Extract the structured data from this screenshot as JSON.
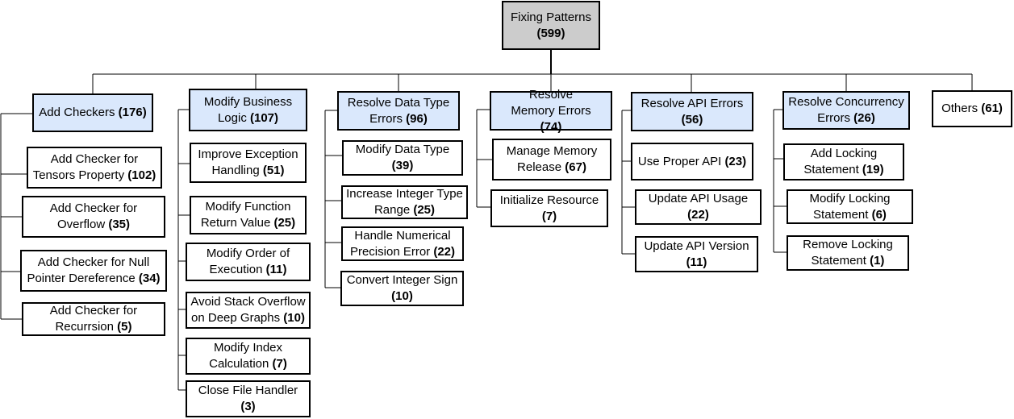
{
  "diagram": {
    "root": {
      "label": "Fixing Patterns",
      "count": "(599)"
    },
    "categories": [
      {
        "label": "Add Checkers",
        "count": "(176)",
        "children": [
          {
            "label": "Add Checker for Tensors Property",
            "count": "(102)"
          },
          {
            "label": "Add Checker for Overflow",
            "count": "(35)"
          },
          {
            "label": "Add Checker for Null Pointer Dereference",
            "count": "(34)"
          },
          {
            "label": "Add Checker for Recurrsion",
            "count": "(5)"
          }
        ]
      },
      {
        "label": "Modify Business Logic",
        "count": "(107)",
        "children": [
          {
            "label": "Improve Exception Handling",
            "count": "(51)"
          },
          {
            "label": "Modify Function Return Value",
            "count": "(25)"
          },
          {
            "label": "Modify Order of Execution",
            "count": "(11)"
          },
          {
            "label": "Avoid Stack Overflow on Deep Graphs",
            "count": "(10)"
          },
          {
            "label": "Modify Index Calculation",
            "count": "(7)"
          },
          {
            "label": "Close File Handler",
            "count": "(3)"
          }
        ]
      },
      {
        "label": "Resolve Data Type Errors",
        "count": "(96)",
        "children": [
          {
            "label": "Modify Data Type",
            "count": "(39)"
          },
          {
            "label": "Increase Integer Type Range",
            "count": "(25)"
          },
          {
            "label": "Handle Numerical Precision Error",
            "count": "(22)"
          },
          {
            "label": "Convert Integer Sign",
            "count": "(10)"
          }
        ]
      },
      {
        "label": "Resolve Memory Errors",
        "count": "(74)",
        "children": [
          {
            "label": "Manage Memory Release",
            "count": "(67)"
          },
          {
            "label": "Initialize Resource",
            "count": "(7)"
          }
        ]
      },
      {
        "label": "Resolve API Errors",
        "count": "(56)",
        "children": [
          {
            "label": "Use Proper API",
            "count": "(23)"
          },
          {
            "label": "Update API Usage",
            "count": "(22)"
          },
          {
            "label": "Update API Version",
            "count": "(11)"
          }
        ]
      },
      {
        "label": "Resolve Concurrency Errors",
        "count": "(26)",
        "children": [
          {
            "label": "Add Locking Statement",
            "count": "(19)"
          },
          {
            "label": "Modify Locking Statement",
            "count": "(6)"
          },
          {
            "label": "Remove Locking Statement",
            "count": "(1)"
          }
        ]
      },
      {
        "label": "Others",
        "count": "(61)",
        "children": []
      }
    ]
  }
}
